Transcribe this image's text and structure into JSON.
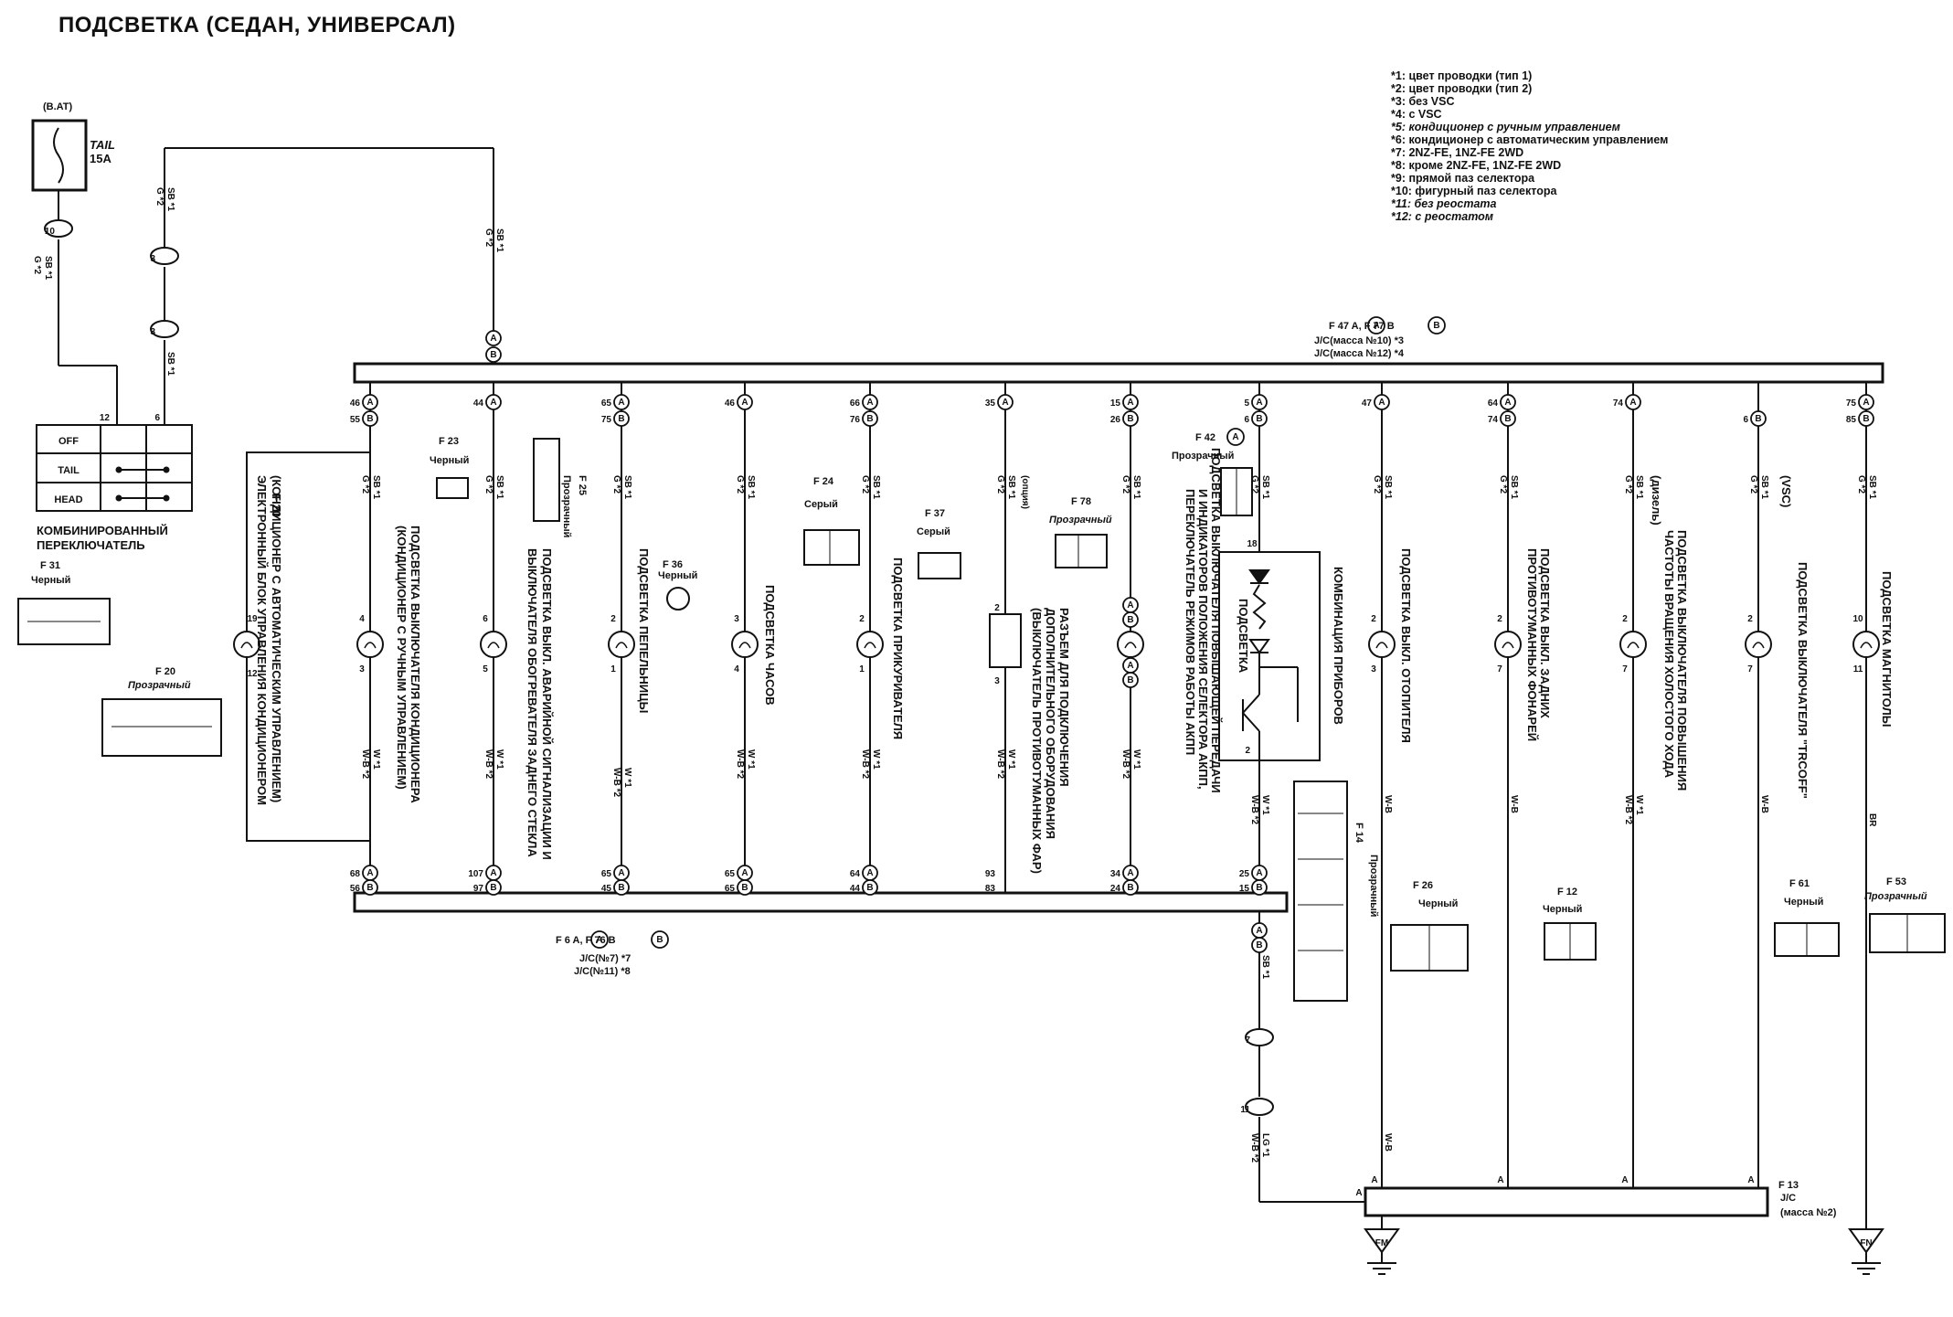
{
  "title": "ПОДСВЕТКА (СЕДАН, УНИВЕРСАЛ)",
  "notes": [
    "*1: цвет проводки (тип 1)",
    "*2: цвет проводки (тип 2)",
    "*3: без VSC",
    "*4: с VSC",
    "*5: кондиционер с ручным управлением",
    "*6: кондиционер с автоматическим управлением",
    "*7: 2NZ-FE, 1NZ-FE 2WD",
    "*8: кроме 2NZ-FE, 1NZ-FE 2WD",
    "*9: прямой паз селектора",
    "*10: фигурный паз селектора",
    "*11: без реостата",
    "*12: с реостатом"
  ],
  "fuse": {
    "source": "(B.AT)",
    "name": "TAIL",
    "rating": "15A"
  },
  "switch": {
    "label_line1": "КОМБИНИРОВАННЫЙ",
    "label_line2": "ПЕРЕКЛЮЧАТЕЛЬ",
    "positions": [
      "OFF",
      "TAIL",
      "HEAD"
    ],
    "connector": "F 31",
    "color": "Черный",
    "pins": [
      "12",
      "6"
    ]
  },
  "junctions": {
    "top": {
      "line1": "F 47 A, F 77 B",
      "line2": "J/C(масса №10) *3",
      "line3": "J/C(масса №12) *4"
    },
    "bottom": {
      "line1": "F 6 A, F 76 B",
      "line2": "J/C(№7) *7",
      "line3": "J/C(№11) *8"
    },
    "ground": {
      "line1": "F 13",
      "line2": "J/C",
      "line3": "(масса №2)"
    }
  },
  "connectors": [
    {
      "id": "F 20",
      "color": "Прозрачный"
    },
    {
      "id": "F 23",
      "color": "Черный"
    },
    {
      "id": "F 25",
      "color": "Прозрачный"
    },
    {
      "id": "F 36",
      "color": "Черный"
    },
    {
      "id": "F 24",
      "color": "Серый"
    },
    {
      "id": "F 37",
      "color": "Серый"
    },
    {
      "id": "F 78",
      "color": "Прозрачный"
    },
    {
      "id": "F 42",
      "color": "Прозрачный"
    },
    {
      "id": "F 14",
      "color": "Прозрачный"
    },
    {
      "id": "F 26",
      "color": "Черный"
    },
    {
      "id": "F 12",
      "color": "Черный"
    },
    {
      "id": "F 61",
      "color": "Черный"
    },
    {
      "id": "F 53",
      "color": "Прозрачный"
    }
  ],
  "branches": [
    {
      "top_pins": [
        "46",
        "55"
      ],
      "bottom_pins": [
        "68",
        "56"
      ],
      "id": "F 20",
      "lines": [
        "ЭЛЕКТРОННЫЙ БЛОК УПРАВЛЕНИЯ КОНДИЦИОНЕРОМ",
        "(КОНДИЦИОНЕР С АВТОМАТИЧЕСКИМ УПРАВЛЕНИЕМ)"
      ]
    },
    {
      "top_pins": [
        "",
        ""
      ],
      "bottom_pins": [
        "",
        ""
      ],
      "id": "F 23",
      "lines": [
        "ПОДСВЕТКА ВЫКЛЮЧАТЕЛЯ КОНДИЦИОНЕРА",
        "(КОНДИЦИОНЕР С РУЧНЫМ УПРАВЛЕНИЕМ)"
      ]
    },
    {
      "top_pins": [
        "44",
        ""
      ],
      "bottom_pins": [
        "107",
        "97"
      ],
      "id": "F 25",
      "lines": [
        "ПОДСВЕТКА ВЫКЛ. АВАРИЙНОЙ СИГНАЛИЗАЦИИ И",
        "ВЫКЛЮЧАТЕЛЯ ОБОГРЕВАТЕЛЯ ЗАДНЕГО СТЕКЛА"
      ]
    },
    {
      "top_pins": [
        "65",
        "75"
      ],
      "bottom_pins": [
        "65",
        "45"
      ],
      "id": "F 36",
      "lines": [
        "ПОДСВЕТКА ПЕПЕЛЬНИЦЫ"
      ]
    },
    {
      "top_pins": [
        "46",
        ""
      ],
      "bottom_pins": [
        "65",
        "65"
      ],
      "id": "F 24",
      "lines": [
        "ПОДСВЕТКА ЧАСОВ"
      ]
    },
    {
      "top_pins": [
        "66",
        "76"
      ],
      "bottom_pins": [
        "64",
        "44"
      ],
      "id": "F 37",
      "lines": [
        "ПОДСВЕТКА ПРИКУРИВАТЕЛЯ"
      ]
    },
    {
      "top_pins": [
        "35",
        ""
      ],
      "bottom_pins": [
        "93",
        "83"
      ],
      "id": "F 78",
      "lines": [
        "РАЗЪЕМ ДЛЯ ПОДКЛЮЧЕНИЯ",
        "ДОПОЛНИТЕЛЬНОГО ОБОРУДОВАНИЯ",
        "(ВЫКЛЮЧАТЕЛЬ ПРОТИВОТУМАННЫХ ФАР)"
      ]
    },
    {
      "top_pins": [
        "15",
        "26"
      ],
      "bottom_pins": [
        "34",
        "24"
      ],
      "id": "F 42",
      "lines": [
        "ПОДСВЕТКА ВЫКЛЮЧАТЕЛЯ ПОВЫШАЮЩЕЙ ПЕРЕДАЧИ",
        "И ИНДИКАТОРОВ ПОЛОЖЕНИЯ СЕЛЕКТОРА АКПП,",
        "ПЕРЕКЛЮЧАТЕЛЬ РЕЖИМОВ РАБОТЫ АКПП"
      ]
    },
    {
      "top_pins": [
        "5",
        "6"
      ],
      "bottom_pins": [
        "25",
        "15"
      ],
      "id": "F 14",
      "lines": [
        "КОМБИНАЦИЯ ПРИБОРОВ",
        "ПОДСВЕТКА"
      ]
    },
    {
      "top_pins": [
        "47",
        ""
      ],
      "bottom_pins": [
        "",
        ""
      ],
      "id": "F 26",
      "lines": [
        "ПОДСВЕТКА ВЫКЛ. ОТОПИТЕЛЯ"
      ]
    },
    {
      "top_pins": [
        "64",
        "74"
      ],
      "bottom_pins": [
        "",
        ""
      ],
      "id": "F 12",
      "lines": [
        "ПОДСВЕТКА ВЫКЛ. ЗАДНИХ",
        "ПРОТИВОТУМАННЫХ ФОНАРЕЙ"
      ]
    },
    {
      "top_pins": [
        "74",
        ""
      ],
      "bottom_pins": [
        "",
        ""
      ],
      "id": "F 14",
      "lines": [
        "ПОДСВЕТКА ВЫКЛЮЧАТЕЛЯ ПОВЫШЕНИЯ",
        "ЧАСТОТЫ ВРАЩЕНИЯ ХОЛОСТОГО ХОДА",
        "(дизель)"
      ]
    },
    {
      "top_pins": [
        "6",
        ""
      ],
      "bottom_pins": [
        "",
        ""
      ],
      "id": "F 61",
      "lines": [
        "ПОДСВЕТКА ВЫКЛЮЧАТЕЛЯ \"TRCOFF\"",
        "(VSC)"
      ]
    },
    {
      "top_pins": [
        "75",
        "85"
      ],
      "bottom_pins": [
        "",
        ""
      ],
      "id": "F 53",
      "lines": [
        "ПОДСВЕТКА МАГНИТОЛЫ"
      ]
    }
  ],
  "wire_codes": {
    "sb1": "SB *1",
    "g2": "G *2",
    "wb1": "W *1",
    "wb2": "W-B *2",
    "wb": "W-B",
    "br": "BR",
    "lg1": "LG *1",
    "opt": "(опция)"
  },
  "grounds": [
    "FM",
    "FN"
  ],
  "colors": {
    "ink": "#111111",
    "paper": "#ffffff"
  }
}
